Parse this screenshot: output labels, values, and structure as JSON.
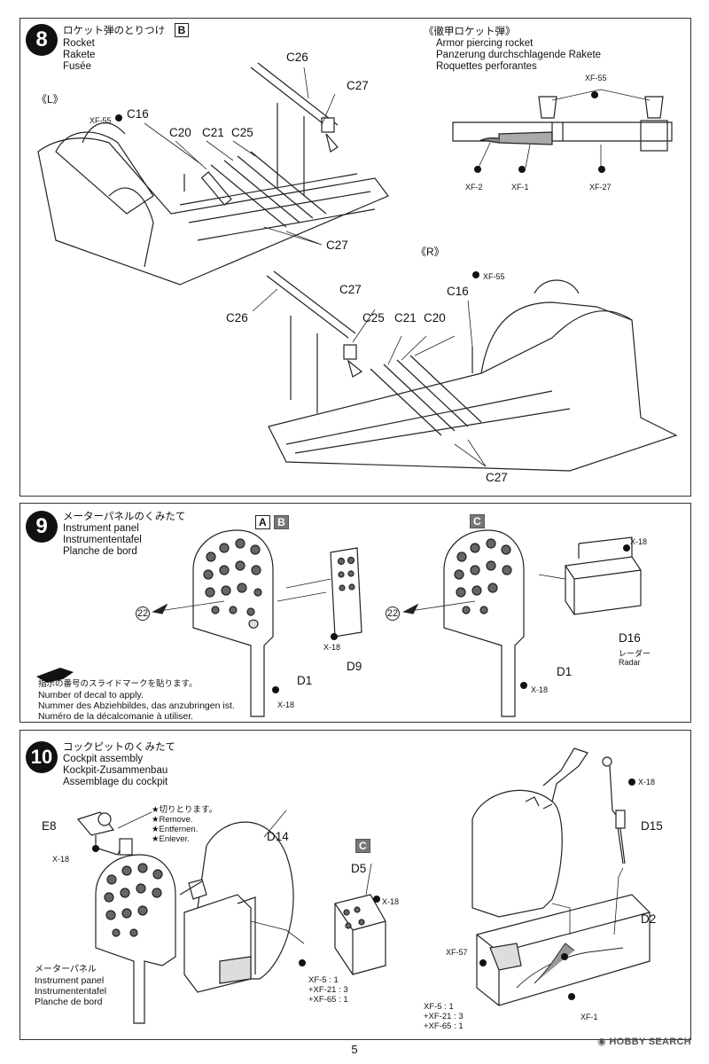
{
  "step8": {
    "number": "8",
    "title_jp": "ロケット弾のとりつけ",
    "variant": "B",
    "titles": [
      "Rocket",
      "Rakete",
      "Fusée"
    ],
    "left_side": "《L》",
    "right_side": "《R》",
    "armor_title_jp": "《徹甲ロケット弾》",
    "armor_titles": [
      "Armor piercing rocket",
      "Panzerung durchschlagende Rakete",
      "Roquettes perforantes"
    ],
    "paints": {
      "xf55_a": "XF-55",
      "xf55_b": "XF-55",
      "xf55_c": "XF-55",
      "xf2": "XF-2",
      "xf1": "XF-1",
      "xf27": "XF-27"
    },
    "parts": {
      "c26_l": "C26",
      "c27_l_top": "C27",
      "c16_l": "C16",
      "c20_l": "C20",
      "c21_l": "C21",
      "c25_l": "C25",
      "c27_l_bottom": "C27",
      "c27_r_top": "C27",
      "c26_r": "C26",
      "c25_r": "C25",
      "c21_r": "C21",
      "c20_r": "C20",
      "c16_r": "C16",
      "c27_r_bottom": "C27"
    }
  },
  "step9": {
    "number": "9",
    "title_jp": "メーターパネルのくみたて",
    "variants": [
      "A",
      "B"
    ],
    "variant_c": "C",
    "titles": [
      "Instrument panel",
      "Instrumententafel",
      "Planche de bord"
    ],
    "decal_num": "22",
    "decal_num_2": "22",
    "decal_note_jp": "指示の番号のスライドマークを貼ります。",
    "decal_notes": [
      "Number of decal to apply.",
      "Nummer des Abziehbildes, das anzubringen ist.",
      "Numéro de la décalcomanie à utiliser."
    ],
    "parts": {
      "d9": "D9",
      "d1_a": "D1",
      "d1_c": "D1",
      "d16": "D16"
    },
    "paints": {
      "x18_a": "X-18",
      "x18_b": "X-18",
      "x18_c": "X-18",
      "x18_d": "X-18"
    },
    "radar_jp": "レーダー",
    "radar": "Radar"
  },
  "step10": {
    "number": "10",
    "title_jp": "コックピットのくみたて",
    "titles": [
      "Cockpit assembly",
      "Kockpit-Zusammenbau",
      "Assemblage du cockpit"
    ],
    "cut_note": [
      "★切りとります。",
      "★Remove.",
      "★Entfernen.",
      "★Enlever."
    ],
    "variant": "C",
    "parts": {
      "e8": "E8",
      "d14": "D14",
      "d5": "D5",
      "d15": "D15",
      "d2": "D2"
    },
    "paints": {
      "x18_a": "X-18",
      "x18_b": "X-18",
      "x18_c": "X-18",
      "xf57": "XF-57",
      "xf1": "XF-1"
    },
    "mix1": [
      "XF-5 : 1",
      "+XF-21 : 3",
      "+XF-65 : 1"
    ],
    "mix2": [
      "XF-5 : 1",
      "+XF-21 : 3",
      "+XF-65 : 1"
    ],
    "panel_label_jp": "メーターパネル",
    "panel_labels": [
      "Instrument panel",
      "Instrumententafel",
      "Planche de bord"
    ]
  },
  "page_number": "5",
  "watermark": "HOBBY SEARCH"
}
